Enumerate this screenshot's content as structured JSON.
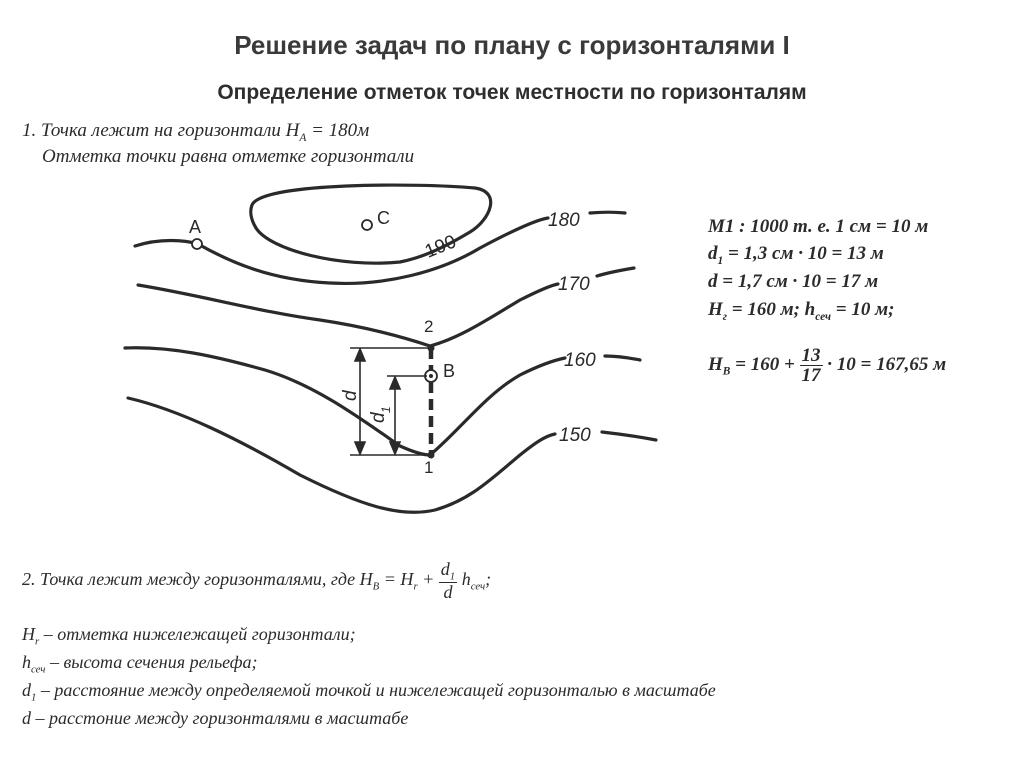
{
  "title": "Решение задач по плану с горизонталями I",
  "subtitle": "Определение отметок точек местности по горизонталям",
  "case1": {
    "line1_prefix": "1. Точка лежит на горизонтали H",
    "line1_sub": "A",
    "line1_suffix": " = 180м",
    "line2": "Отметка точки равна отметке горизонтали"
  },
  "diagram": {
    "contour_labels": [
      "190",
      "180",
      "170",
      "160",
      "150"
    ],
    "point_labels": {
      "A": "A",
      "B": "B",
      "C": "C",
      "p1": "1",
      "p2": "2"
    },
    "dim_labels": {
      "d": "d",
      "d1": "d",
      "d1_sub": "1"
    }
  },
  "solution": {
    "l1": "M1 : 1000 т. е. 1 см = 10 м",
    "l2_a": "d",
    "l2_sub": "1",
    "l2_b": " = 1,3 см · 10 = 13 м",
    "l3": "d = 1,7 см · 10 = 17 м",
    "l4_a": "H",
    "l4_sub1": "г",
    "l4_b": " = 160 м; h",
    "l4_sub2": "сеч",
    "l4_c": " = 10 м;",
    "l5_a": "H",
    "l5_sub": "B",
    "l5_b": " = 160 + ",
    "l5_num": "13",
    "l5_den": "17",
    "l5_c": " · 10 = 167,65 м"
  },
  "case2": {
    "prefix": "2. Точка лежит между горизонталями, где H",
    "sub_b": "B",
    "eq": " = H",
    "sub_r": "r",
    "plus": " + ",
    "frac_num": "d",
    "frac_num_sub": "1",
    "frac_den": "d",
    "h": " h",
    "h_sub": "сеч",
    "end": ";"
  },
  "legend": [
    {
      "sym": "H",
      "sub": "r",
      "text": " – отметка нижележащей горизонтали;"
    },
    {
      "sym": "h",
      "sub": "сеч",
      "text": " – высота сечения рельефа;"
    },
    {
      "sym": "d",
      "sub": "1",
      "text": " – расстояние между определяемой точкой и нижележащей горизонталью в масштабе"
    },
    {
      "sym": "d",
      "sub": "",
      "text": " – расстоние между горизонталями в масштабе"
    }
  ]
}
